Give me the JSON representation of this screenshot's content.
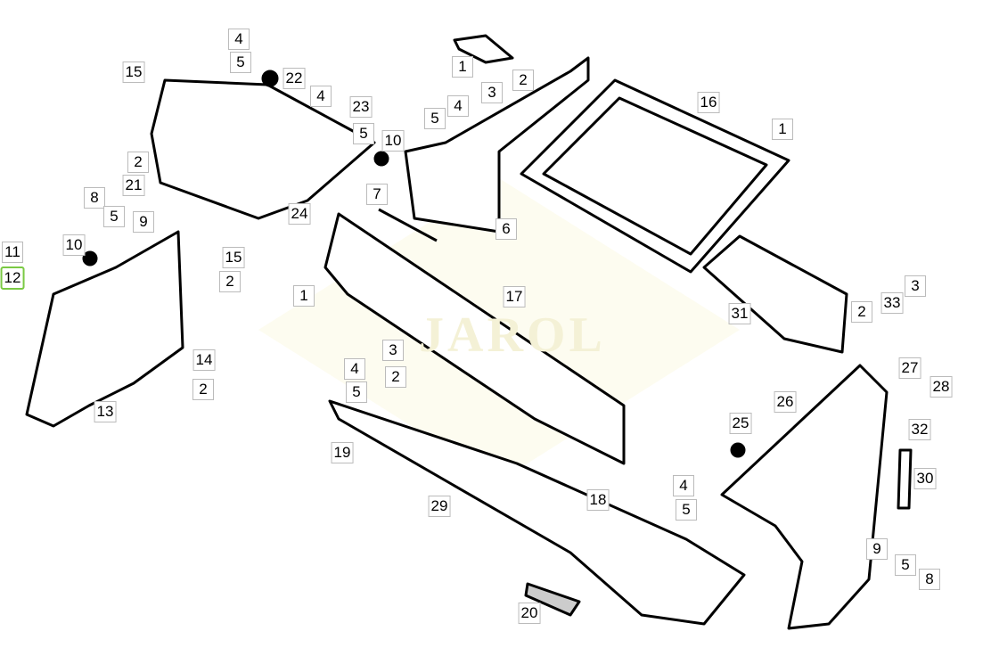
{
  "watermark": "JAROL",
  "highlight_color": "#7ac943",
  "callouts": [
    "4",
    "5",
    "15",
    "22",
    "4",
    "23",
    "5",
    "10",
    "2",
    "21",
    "24",
    "1",
    "3",
    "2",
    "5",
    "4",
    "16",
    "1",
    "7",
    "6",
    "8",
    "5",
    "9",
    "10",
    "11",
    "12",
    "15",
    "2",
    "1",
    "17",
    "31",
    "3",
    "2",
    "33",
    "3",
    "4",
    "2",
    "5",
    "14",
    "2",
    "13",
    "26",
    "27",
    "28",
    "25",
    "32",
    "30",
    "19",
    "29",
    "18",
    "4",
    "5",
    "20",
    "9",
    "5",
    "8"
  ]
}
